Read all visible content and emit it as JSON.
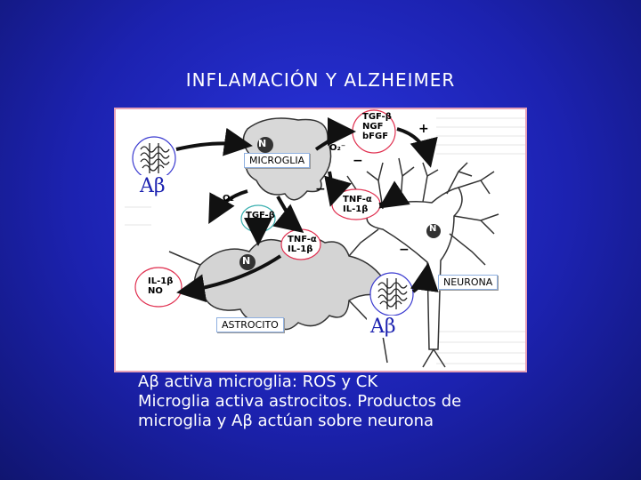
{
  "title": "INFLAMACIÓN Y ALZHEIMER",
  "labels": {
    "microglia": "MICROGLIA",
    "neurona": "NEURONA",
    "astrocito": "ASTROCITO",
    "ab_left": "Aβ",
    "ab_bottom": "Aβ"
  },
  "factors": {
    "trophic": [
      "TGF-β",
      "NGF",
      "bFGF"
    ],
    "tnf_neuron": [
      "TNF-α",
      "IL-1β"
    ],
    "tgf_mid": "TGF-β",
    "tnf_astro": [
      "TNF-α",
      "IL-1β"
    ],
    "il_no": [
      "IL-1β",
      "NO"
    ],
    "o2_top": "O₂⁻",
    "o2_left": "O₂⁻",
    "nucleus": "N",
    "plus": "+",
    "minus": "−"
  },
  "caption": [
    "Aβ activa microglia: ROS y CK",
    "Microglia activa astrocitos. Productos de",
    "microglia y Aβ actúan sobre neurona"
  ]
}
